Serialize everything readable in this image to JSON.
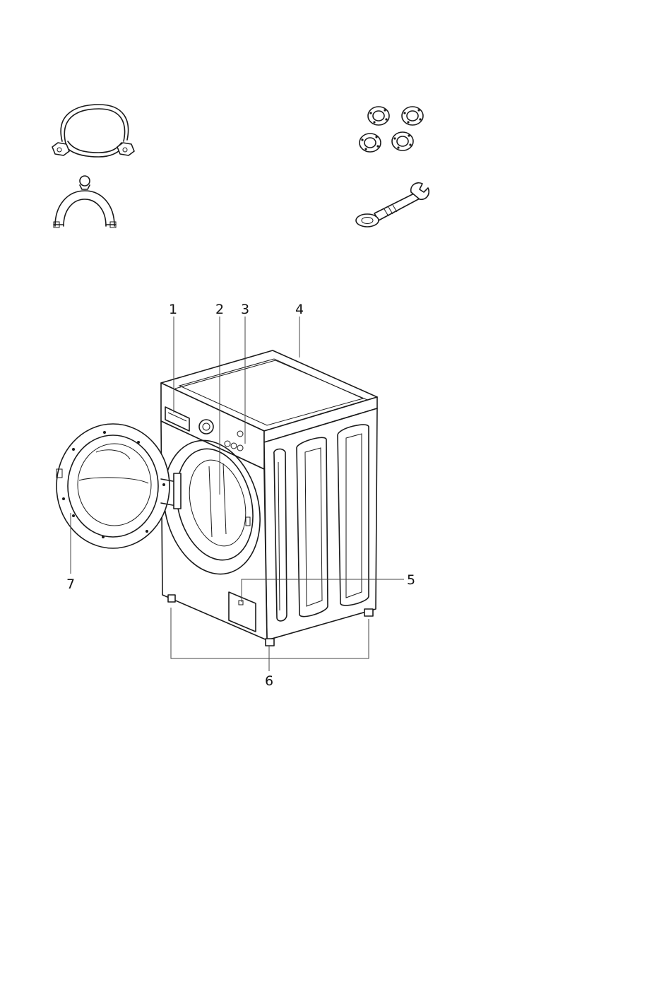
{
  "labels": {
    "l1": "1",
    "l2": "2",
    "l3": "3",
    "l4": "4",
    "l5": "5",
    "l6": "6",
    "l7": "7"
  },
  "icons": {
    "hose": "inlet-hose-icon",
    "guide": "hose-u-bend-icon",
    "caps": "transit-bolt-caps-icon",
    "spanner": "spanner-icon"
  }
}
